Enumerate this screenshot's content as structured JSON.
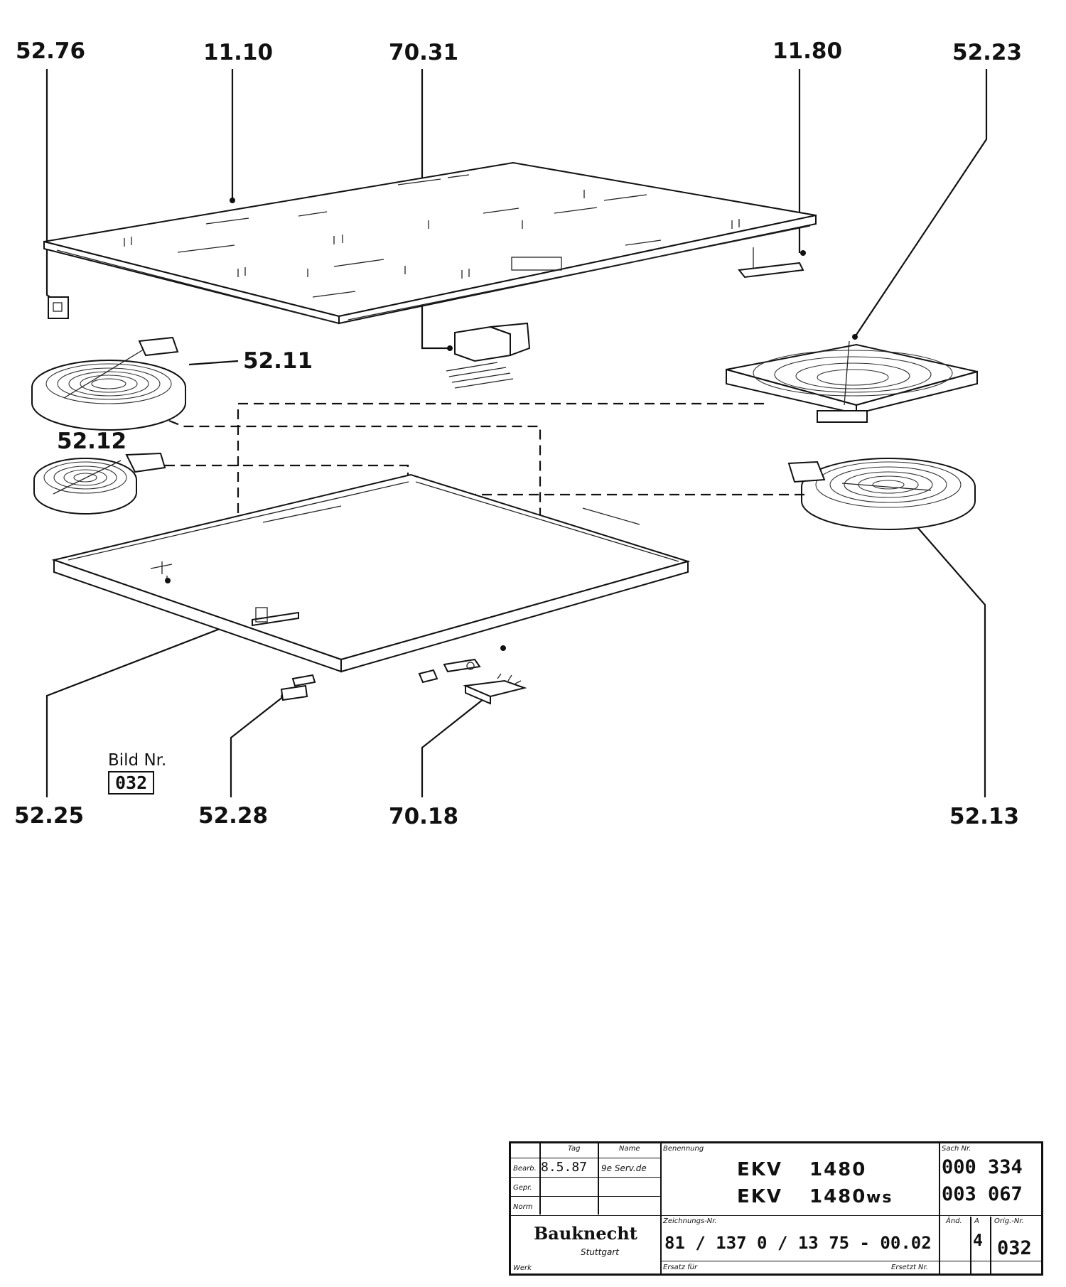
{
  "labels": {
    "p5276": "52.76",
    "p1110": "11.10",
    "p7031": "70.31",
    "p1180": "11.80",
    "p5223": "52.23",
    "p5211": "52.11",
    "p5212": "52.12",
    "p5225": "52.25",
    "p5228": "52.28",
    "p7018": "70.18",
    "p5213": "52.13"
  },
  "bild": {
    "caption": "Bild Nr.",
    "number": "032"
  },
  "title_block": {
    "col_tag": "Tag",
    "col_name": "Name",
    "row_bearb": "Bearb.",
    "row_gepr": "Gepr.",
    "row_norm": "Norm",
    "bearb_date": "8.5.87",
    "bearb_name": "9e Serv.de",
    "benennung_header": "Benennung",
    "model_1": "EKV",
    "model_1_num": "1480",
    "model_2": "EKV",
    "model_2_num": "1480",
    "model_2_suffix": "ws",
    "sach_header": "Sach Nr.",
    "sach_1": "000 334",
    "sach_2": "003 067",
    "zeichnungs_header": "Zeichnungs-Nr.",
    "zeichnungs_nr": "81 / 137 0 / 13 75 - 00.02",
    "aend_header": "Änd.",
    "aend_sub": "A",
    "aend_value": "4",
    "orig_header": "Orig.-Nr.",
    "orig_value": "032",
    "brand": "Bauknecht",
    "city": "Stuttgart",
    "werk_header": "Werk",
    "ersatz_header": "Ersatz für",
    "ersetzt_header": "Ersetzt Nr."
  }
}
